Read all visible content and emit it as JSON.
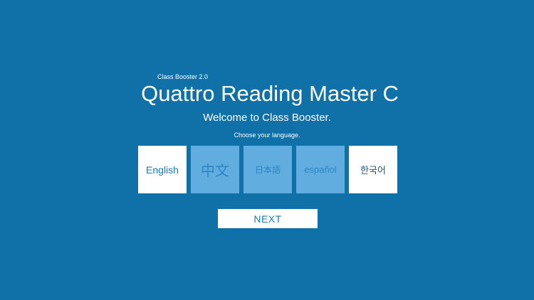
{
  "header": {
    "subtitle": "Class Booster 2.0",
    "title": "Quattro Reading Master C",
    "welcome": "Welcome to Class Booster.",
    "prompt": "Choose your language."
  },
  "languages": [
    {
      "label": "English",
      "selected": true
    },
    {
      "label": "中文",
      "selected": false
    },
    {
      "label": "日本語",
      "selected": false
    },
    {
      "label": "español",
      "selected": false
    },
    {
      "label": "한국어",
      "selected": true
    }
  ],
  "actions": {
    "next_label": "NEXT"
  },
  "colors": {
    "background": "#1070a8",
    "tile_active": "#ffffff",
    "tile_inactive": "#62addf",
    "accent_text": "#1f78b4"
  }
}
